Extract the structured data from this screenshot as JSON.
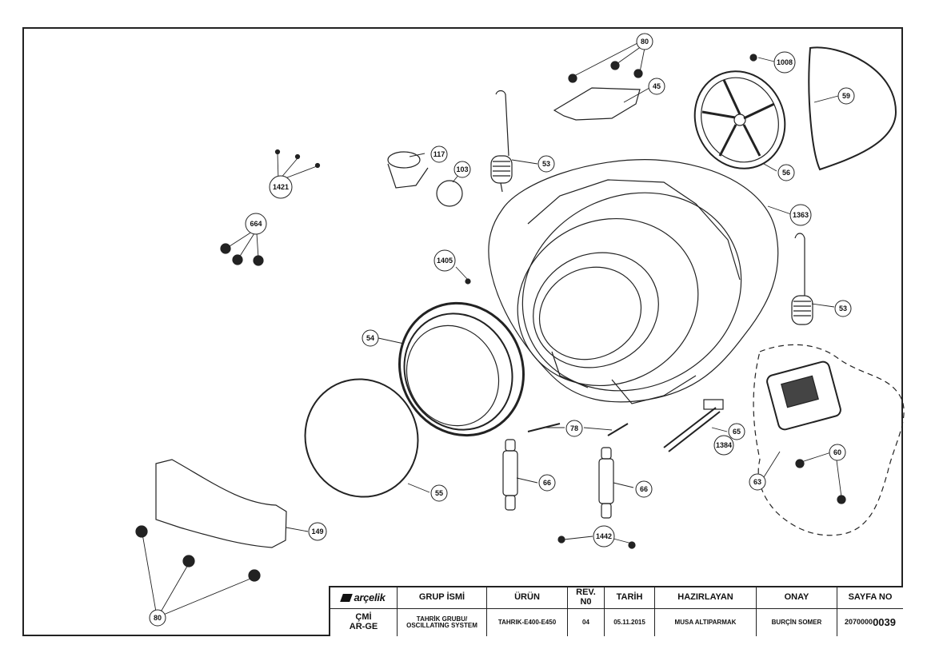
{
  "callouts": {
    "c80_top": "80",
    "c45": "45",
    "c1008": "1008",
    "c59": "59",
    "c56": "56",
    "c1421": "1421",
    "c664": "664",
    "c117": "117",
    "c103": "103",
    "c53_top": "53",
    "c1363": "1363",
    "c1405": "1405",
    "c53_right": "53",
    "c54": "54",
    "c78": "78",
    "c65": "65",
    "c1384": "1384",
    "c60": "60",
    "c63": "63",
    "c66_left": "66",
    "c66_right": "66",
    "c55": "55",
    "c149": "149",
    "c1442": "1442",
    "c80_bottom": "80"
  },
  "title_block": {
    "logo": "arçelik",
    "department_line1": "ÇMİ",
    "department_line2": "AR-GE",
    "headers": {
      "group_name": "GRUP İSMİ",
      "product": "ÜRÜN",
      "rev_no_line1": "REV.",
      "rev_no_line2": "N0",
      "date": "TARİH",
      "prepared_by": "HAZIRLAYAN",
      "approval": "ONAY",
      "page_no": "SAYFA NO"
    },
    "values": {
      "group_name_line1": "TAHRİK GRUBU/",
      "group_name_line2": "OSCILLATING SYSTEM",
      "product": "TAHRIK-E400-E450",
      "rev_no": "04",
      "date": "05.11.2015",
      "prepared_by": "MUSA ALTIPARMAK",
      "approval": "BURÇİN SOMER",
      "page_no_prefix": "2070000",
      "page_no_suffix": "0039"
    }
  }
}
